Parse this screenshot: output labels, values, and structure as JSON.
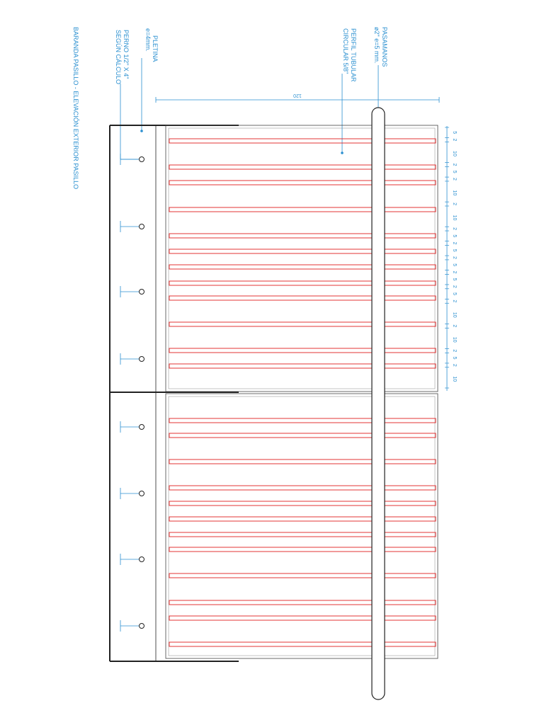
{
  "title": "BARANDA PASILLO - ELEVACIÓN EXTERIOR PASILLO",
  "labels": {
    "perno": [
      "PERNO 1/2\" X 4\"",
      "SEGÚN CÁLCULO"
    ],
    "pletina": [
      "PLETINA",
      "e=4mm."
    ],
    "perfil": [
      "PERFIL TUBULAR",
      "CIRCULAR 5/8\""
    ],
    "pasamanos": [
      "PASAMANOS",
      "ø2\" e=5 mm."
    ]
  },
  "dimension_top": "120",
  "spacing_labels": [
    "5",
    "2",
    "10",
    "2",
    "5",
    "2",
    "10",
    "2",
    "10",
    "2",
    "5",
    "2",
    "5",
    "2",
    "5",
    "2",
    "5",
    "2",
    "5",
    "2",
    "10",
    "2",
    "10",
    "2",
    "5",
    "2",
    "10"
  ],
  "colors": {
    "annotation": "#2a8fd0",
    "bars": "#e02020",
    "structure": "#222222"
  }
}
